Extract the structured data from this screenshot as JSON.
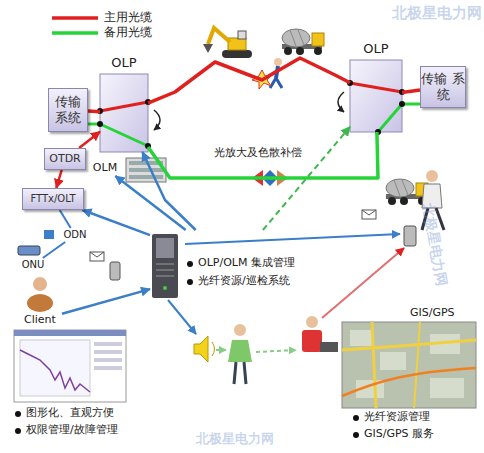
{
  "diagram": {
    "nodes": [
      {
        "text": [
          "传输 系统"
        ]
      },
      {
        "text": [
          "OLP"
        ]
      },
      {
        "text": [
          "传输 系统"
        ]
      },
      {
        "text": [
          "OLP"
        ]
      },
      {
        "text": [
          "OTDR"
        ]
      },
      {
        "text": [
          "OLM"
        ]
      },
      {
        "text": [
          "FTTx/OLT"
        ]
      },
      {
        "text": [
          "ODN"
        ]
      },
      {
        "text": [
          "ONU"
        ]
      },
      {
        "text": [
          "Client"
        ]
      },
      {
        "text": [
          "OLP/OLM 集成管理",
          "光纤资源/巡检系统"
        ]
      },
      {
        "text": [
          "图形化、直观方便",
          "权限管理/故障管理"
        ]
      },
      {
        "text": [
          "GIS/GPS",
          "光纤资源管理",
          "GIS/GPS 服务"
        ]
      }
    ],
    "edges": [
      {
        "from": 0,
        "to": 1,
        "arrow": "none"
      },
      {
        "from": 1,
        "to": 3,
        "arrow": "none"
      },
      {
        "from": 1,
        "to": 3,
        "arrow": "none"
      },
      {
        "from": 3,
        "to": 2,
        "arrow": "none"
      },
      {
        "from": 4,
        "to": 1,
        "arrow": "to"
      },
      {
        "from": 4,
        "to": 6,
        "arrow": "to"
      },
      {
        "from": 10,
        "to": 5,
        "arrow": "to"
      },
      {
        "from": 10,
        "to": 1,
        "arrow": "to"
      },
      {
        "from": 10,
        "to": 6,
        "arrow": "to"
      },
      {
        "from": 6,
        "to": 7,
        "arrow": "none"
      },
      {
        "from": 7,
        "to": 8,
        "arrow": "none"
      },
      {
        "from": 9,
        "to": 10,
        "arrow": "to"
      },
      {
        "from": 10,
        "to": 3,
        "arrow": "to"
      }
    ],
    "labels": [
      "光放大及色散补偿",
      "北极星电力网",
      "北极星电力网",
      "北极星电力网"
    ],
    "legend": [
      {
        "text": "主用光缆"
      },
      {
        "text": "备用光缆"
      }
    ]
  }
}
